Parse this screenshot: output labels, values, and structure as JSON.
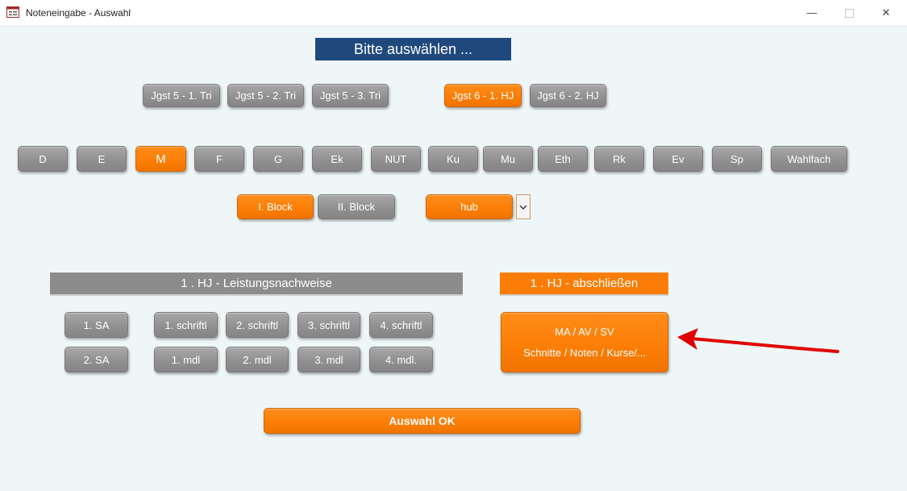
{
  "window": {
    "title": "Noteneingabe - Auswahl",
    "minimize": "—",
    "close": "✕"
  },
  "header": {
    "title": "Bitte auswählen ..."
  },
  "periods": [
    {
      "label": "Jgst 5 - 1. Tri",
      "selected": false
    },
    {
      "label": "Jgst 5 -  2. Tri",
      "selected": false
    },
    {
      "label": "Jgst 5 -  3. Tri",
      "selected": false
    },
    {
      "label": "Jgst 6 -  1. HJ",
      "selected": true
    },
    {
      "label": "Jgst 6 - 2. HJ",
      "selected": false
    }
  ],
  "subjects": [
    {
      "label": "D",
      "selected": false
    },
    {
      "label": "E",
      "selected": false
    },
    {
      "label": "M",
      "selected": true
    },
    {
      "label": "F",
      "selected": false
    },
    {
      "label": "G",
      "selected": false
    },
    {
      "label": "Ek",
      "selected": false
    },
    {
      "label": "NUT",
      "selected": false
    },
    {
      "label": "Ku",
      "selected": false
    },
    {
      "label": "Mu",
      "selected": false
    },
    {
      "label": "Eth",
      "selected": false
    },
    {
      "label": "Rk",
      "selected": false
    },
    {
      "label": "Ev",
      "selected": false
    },
    {
      "label": "Sp",
      "selected": false
    },
    {
      "label": "Wahlfach",
      "selected": false
    }
  ],
  "blocks": [
    {
      "label": "I. Block",
      "selected": true
    },
    {
      "label": "II. Block",
      "selected": false
    }
  ],
  "combo": {
    "value": "hub"
  },
  "leistung": {
    "header": "1 . HJ  - Leistungsnachweise",
    "row1": [
      "1. SA",
      "1. schriftl",
      "2. schriftl",
      "3. schriftl",
      "4. schriftl"
    ],
    "row2": [
      "2. SA",
      "1. mdl",
      "2. mdl",
      "3. mdl",
      "4. mdl."
    ]
  },
  "abschluss": {
    "header": "1 . HJ -  abschließen",
    "line1": "MA / AV / SV",
    "line2": "Schnitte / Noten / Kurse/..."
  },
  "ok_label": "Auswahl OK",
  "colors": {
    "accent": "#fb7d05",
    "gray": "#8c8c8c",
    "banner": "#1f497d",
    "arrow": "#e00000"
  }
}
